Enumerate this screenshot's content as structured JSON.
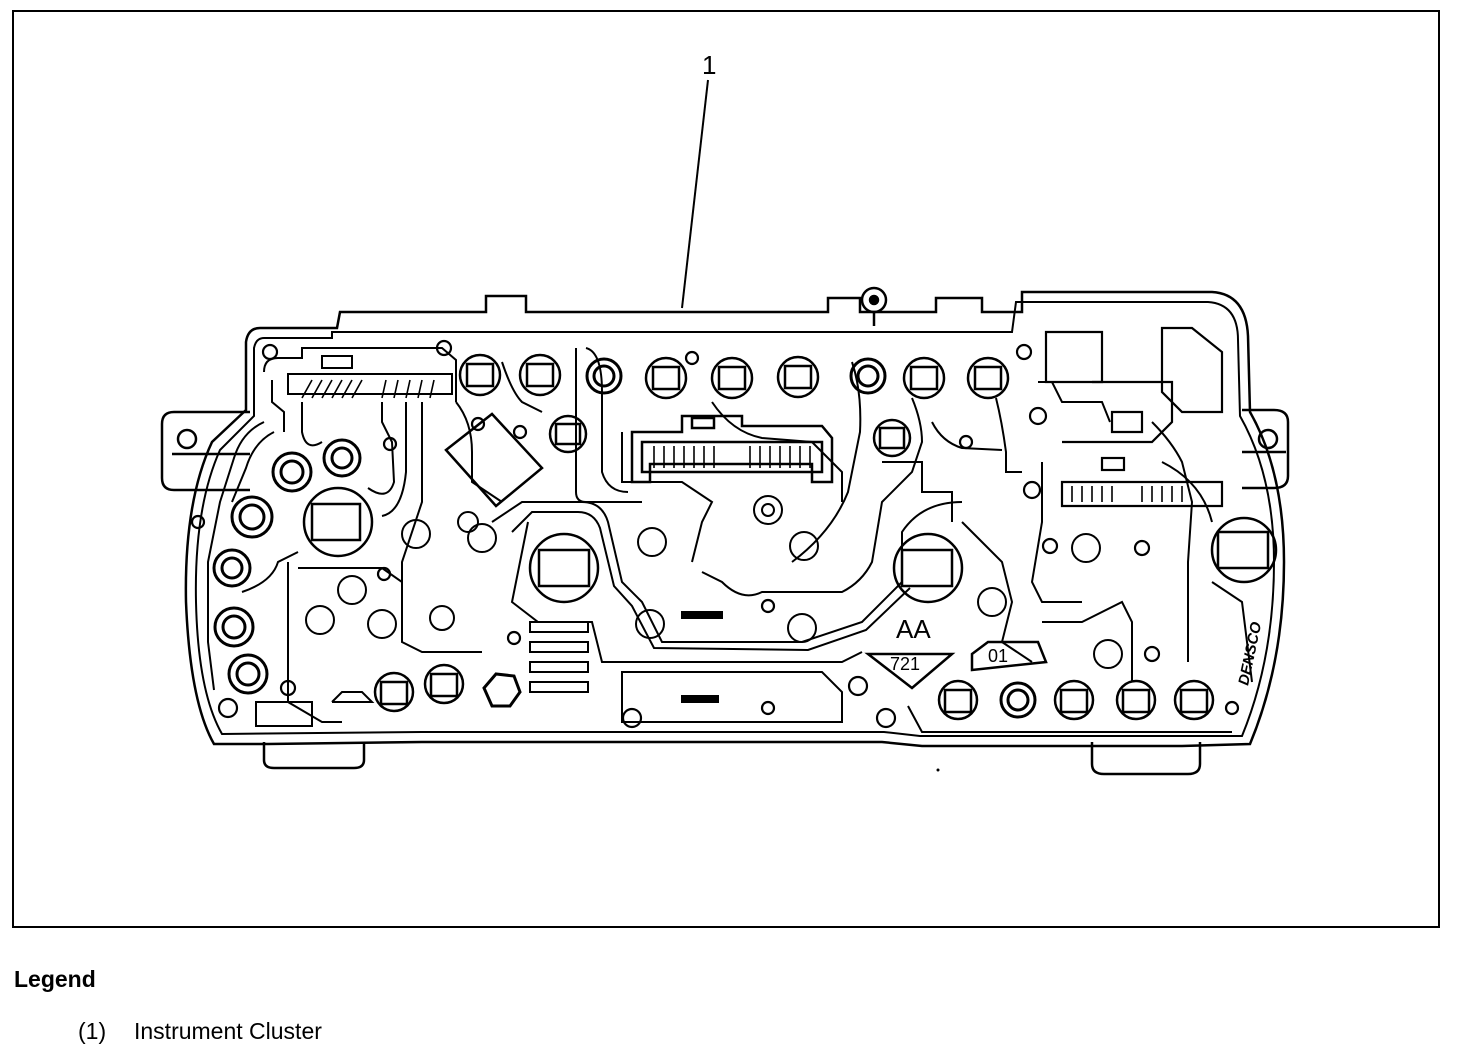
{
  "figure": {
    "callout_number": "1",
    "markings": {
      "aa": "AA",
      "code_721": "721",
      "code_01": "01",
      "brand": "DENSCO"
    }
  },
  "legend": {
    "title": "Legend",
    "items": [
      {
        "number": "(1)",
        "label": "Instrument Cluster"
      }
    ]
  }
}
